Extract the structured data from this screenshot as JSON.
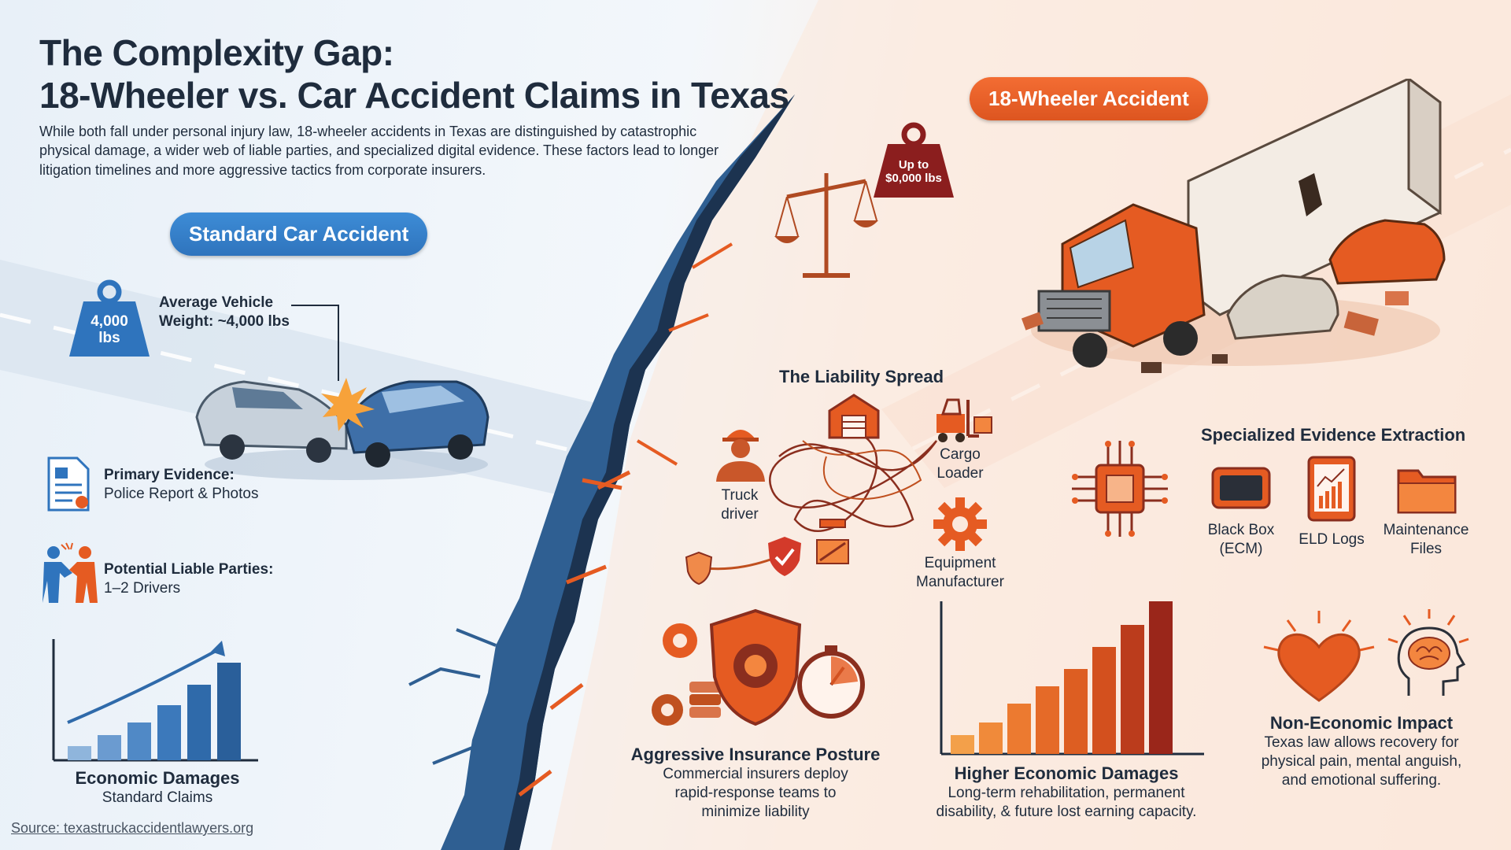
{
  "header": {
    "title_line1": "The Complexity Gap:",
    "title_line2": "18-Wheeler vs. Car Accident Claims in Texas",
    "subtitle": "While both fall under personal injury law, 18-wheeler accidents in Texas are distinguished by catastrophic physical damage, a wider web of liable parties, and specialized digital evidence. These factors lead to longer litigation timelines and more aggressive tactics from corporate insurers."
  },
  "car_side": {
    "pill": "Standard Car Accident",
    "weight_badge": "4,000\nlbs",
    "weight_title": "Average Vehicle",
    "weight_value": "Weight: ~4,000 lbs",
    "evidence_title": "Primary Evidence:",
    "evidence_value": "Police Report & Photos",
    "parties_title": "Potential Liable Parties:",
    "parties_value": "1–2 Drivers",
    "damages_title": "Economic Damages",
    "damages_sub": "Standard Claims"
  },
  "truck_side": {
    "pill": "18-Wheeler Accident",
    "weight_badge": "Up to\n$0,000 lbs",
    "liability_title": "The Liability Spread",
    "party_truck_driver": "Truck\ndriver",
    "party_cargo_loader": "Cargo\nLoader",
    "party_equipment": "Equipment\nManufacturer",
    "evidence_title": "Specialized Evidence Extraction",
    "evidence_black_box": "Black Box\n(ECM)",
    "evidence_eld": "ELD Logs",
    "evidence_maintenance": "Maintenance\nFiles",
    "insurance_title": "Aggressive Insurance Posture",
    "insurance_body": "Commercial insurers deploy\nrapid-response teams to\nminimize liability",
    "damages_title": "Higher Economic Damages",
    "damages_body": "Long-term rehabilitation, permanent\ndisability, & future lost earning capacity.",
    "noneconomic_title": "Non-Economic Impact",
    "noneconomic_body": "Texas law allows recovery for\nphysical pain, mental anguish,\nand emotional suffering."
  },
  "source": "Source: texastruckaccidentlawyers.org",
  "colors": {
    "blue_accent": "#2f74bd",
    "orange_accent": "#e55b22",
    "dark_red": "#8b1e1e",
    "text": "#1f2c3d"
  },
  "icons": [
    "weight-icon",
    "car-crash-icon",
    "document-icon",
    "handshake-icon",
    "growth-chart-icon",
    "scales-icon",
    "truck-crash-icon",
    "worker-icon",
    "warehouse-icon",
    "forklift-icon",
    "gear-icon",
    "shield-check-icon",
    "circuit-chip-icon",
    "black-box-icon",
    "tablet-chart-icon",
    "folder-icon",
    "shield-gear-icon",
    "stopwatch-icon",
    "bar-chart-icon",
    "heart-icon",
    "brain-head-icon"
  ]
}
